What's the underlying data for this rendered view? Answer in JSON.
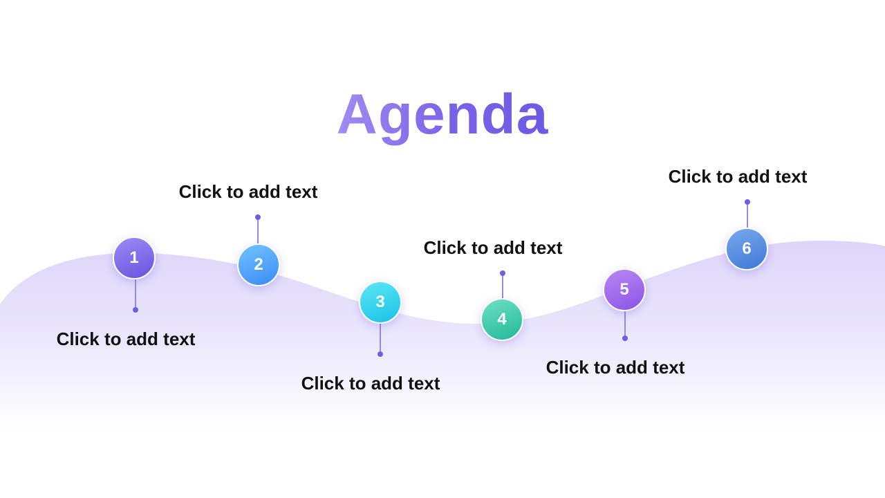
{
  "title": "Agenda",
  "items": [
    {
      "number": "1",
      "label": "Click to add text",
      "color_start": "#9b8cf2",
      "color_end": "#6a52e0"
    },
    {
      "number": "2",
      "label": "Click to add text",
      "color_start": "#72c3ff",
      "color_end": "#3b8bf5"
    },
    {
      "number": "3",
      "label": "Click to add text",
      "color_start": "#5ee6f5",
      "color_end": "#19c3e6"
    },
    {
      "number": "4",
      "label": "Click to add text",
      "color_start": "#6fe0c4",
      "color_end": "#22b89a"
    },
    {
      "number": "5",
      "label": "Click to add text",
      "color_start": "#b986f5",
      "color_end": "#8a55e4"
    },
    {
      "number": "6",
      "label": "Click to add text",
      "color_start": "#78a8ee",
      "color_end": "#3f78d6"
    }
  ],
  "colors": {
    "accent": "#7a62e6",
    "wave": "#e6e0fb",
    "connector": "#9688e8",
    "dot": "#6f5fdf",
    "label_text": "#111111"
  }
}
